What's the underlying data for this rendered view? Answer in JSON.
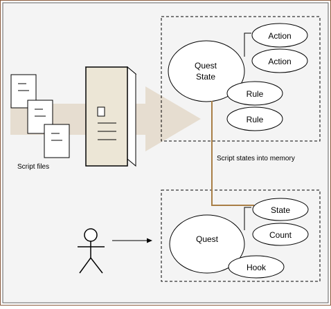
{
  "diagram": {
    "colors": {
      "background": "#f4f4f4",
      "outer_border": "#8a5a3c",
      "arrow_fill": "#e6ddd0",
      "server_fill": "#ece6d6",
      "connector": "#a87e45",
      "stroke": "#000000"
    },
    "labels": {
      "script_files": "Script files",
      "script_states": "Script states into memory"
    },
    "memory_box": {
      "main_node": [
        "Quest",
        "State"
      ],
      "action_1": "Action",
      "action_2": "Action",
      "rule_1": "Rule",
      "rule_2": "Rule"
    },
    "runtime_box": {
      "main_node": "Quest",
      "state": "State",
      "count": "Count",
      "hook": "Hook"
    }
  }
}
